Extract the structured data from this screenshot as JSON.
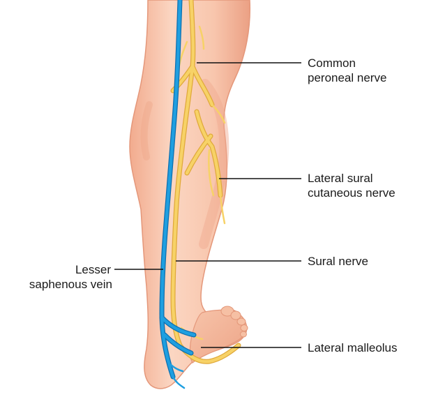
{
  "labels": {
    "common_peroneal": [
      "Common",
      "peroneal nerve"
    ],
    "lateral_sural": [
      "Lateral sural",
      "cutaneous nerve"
    ],
    "sural": [
      "Sural nerve"
    ],
    "lesser_saphenous": [
      "Lesser",
      "saphenous vein"
    ],
    "lateral_malleolus": [
      "Lateral malleolus"
    ]
  },
  "colors": {
    "skin_light": "#fbd9c6",
    "skin_mid": "#f6bca1",
    "skin_dark": "#e89c80",
    "nerve": "#f7d267",
    "nerve_edge": "#e0a93a",
    "vein": "#1f9fe0",
    "vein_edge": "#0d6fb0",
    "leader": "#111111"
  }
}
